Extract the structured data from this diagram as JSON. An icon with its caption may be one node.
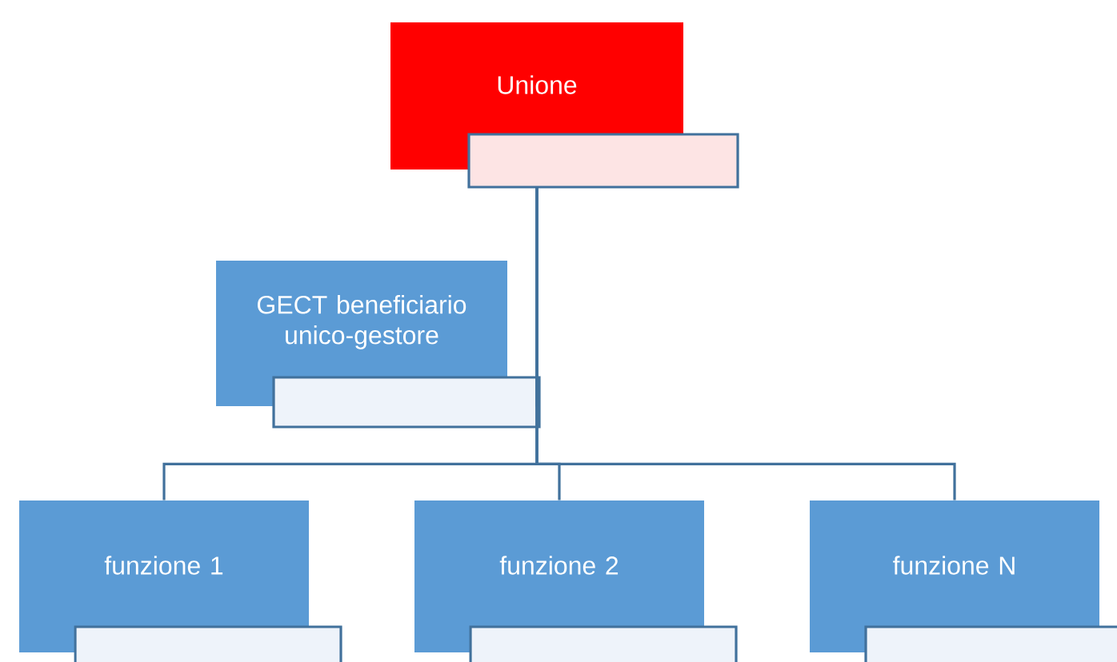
{
  "diagram": {
    "nodes": [
      {
        "text": [
          "Unione"
        ]
      },
      {
        "text": [
          "GECT beneficiario unico-gestore"
        ]
      },
      {
        "text": [
          "funzione 1"
        ]
      },
      {
        "text": [
          "funzione 2"
        ]
      },
      {
        "text": [
          "funzione N"
        ]
      }
    ],
    "edges": [
      {
        "from": 0,
        "to": 1,
        "arrow": "none"
      },
      {
        "from": 0,
        "to": 2,
        "arrow": "none"
      },
      {
        "from": 0,
        "to": 3,
        "arrow": "none"
      },
      {
        "from": 0,
        "to": 4,
        "arrow": "none"
      }
    ]
  }
}
